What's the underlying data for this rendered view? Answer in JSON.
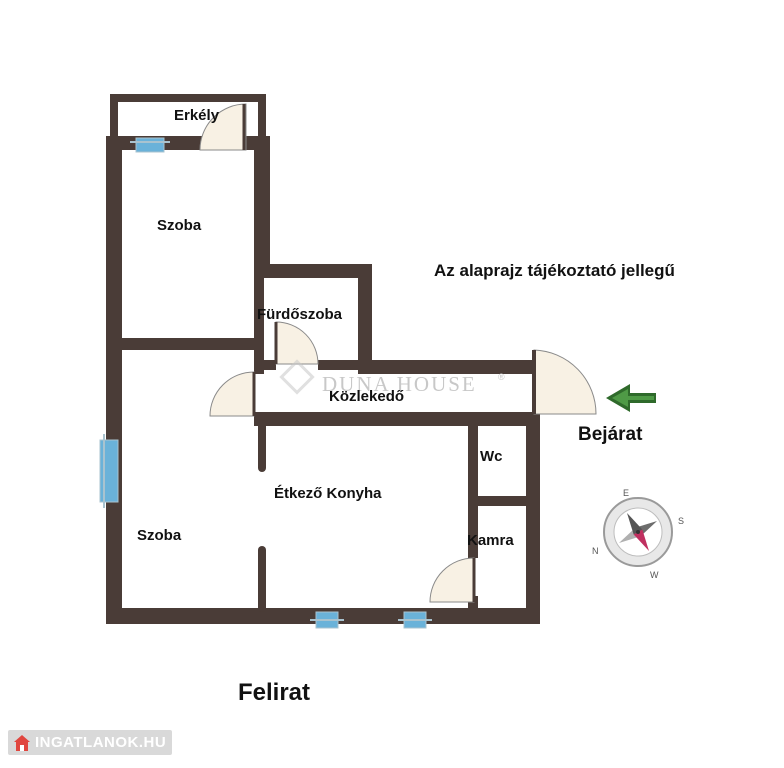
{
  "rooms": {
    "balcony": "Erkély",
    "room_top": "Szoba",
    "bathroom": "Fürdőszoba",
    "hallway": "Közlekedő",
    "kitchen": "Étkező Konyha",
    "room_bottom": "Szoba",
    "wc": "Wc",
    "pantry": "Kamra"
  },
  "note": "Az alaprajz tájékoztató jellegű",
  "entrance": "Bejárat",
  "caption": "Felirat",
  "watermark": "DUNA HOUSE",
  "watermark_mark": "®",
  "compass": {
    "n": "N",
    "e": "E",
    "s": "S",
    "w": "W"
  },
  "logo": "INGATLANOK.HU",
  "colors": {
    "wall": "#4a3c37",
    "window": "#6ab2d9",
    "door_fill": "#f8f1e4",
    "arrow": "#2f6a2b",
    "logo_bg": "#d9d9d9",
    "logo_fg": "#ffffff"
  },
  "icons": [
    "window-icon",
    "door-swing-icon",
    "arrow-left-icon",
    "compass-icon",
    "house-icon"
  ]
}
